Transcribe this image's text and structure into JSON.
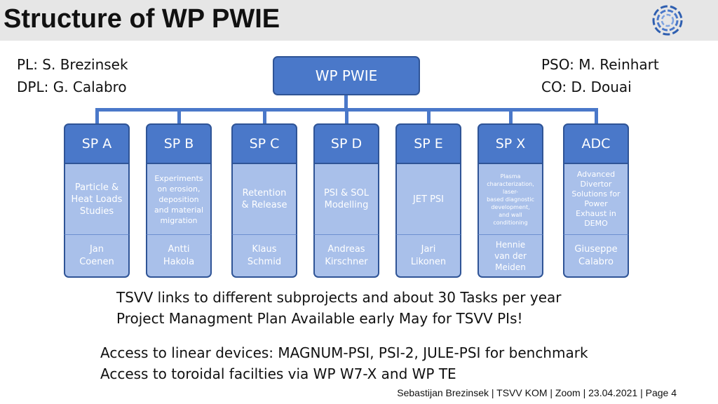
{
  "title": "Structure of WP PWIE",
  "info_left": [
    "PL: S. Brezinsek",
    "DPL: G. Calabro"
  ],
  "info_right": [
    "PSO: M. Reinhart",
    "CO: D. Douai"
  ],
  "top_box": "WP PWIE",
  "subprojects": [
    {
      "name": "SP A",
      "desc": "Particle &\nHeat Loads\nStudies",
      "lead": "Jan\nCoenen"
    },
    {
      "name": "SP B",
      "desc": "Experiments\non erosion,\ndeposition\nand material\nmigration",
      "lead": "Antti\nHakola"
    },
    {
      "name": "SP C",
      "desc": "Retention\n& Release",
      "lead": "Klaus\nSchmid"
    },
    {
      "name": "SP D",
      "desc": "PSI & SOL\nModelling",
      "lead": "Andreas\nKirschner"
    },
    {
      "name": "SP E",
      "desc": "JET PSI",
      "lead": "Jari\nLikonen"
    },
    {
      "name": "SP X",
      "desc": "Plasma\ncharacterization,\nlaser-\nbased diagnostic\ndevelopment,\nand wall\nconditioning",
      "lead": "Hennie\nvan der\nMeiden"
    },
    {
      "name": "ADC",
      "desc": "Advanced\nDivertor\nSolutions for\nPower\nExhaust in\nDEMO",
      "lead": "Giuseppe\nCalabro"
    }
  ],
  "notes_1": [
    "TSVV links to different subprojects and about 30 Tasks per year",
    "Project Managment Plan Available early May for TSVV PIs!"
  ],
  "notes_2": [
    "Access to linear devices: MAGNUM-PSI, PSI-2, JULE-PSI for benchmark",
    "Access to toroidal facilties via WP W7-X and WP TE"
  ],
  "footer": "Sebastijan Brezinsek | TSVV KOM | Zoom | 23.04.2021 | Page 4"
}
